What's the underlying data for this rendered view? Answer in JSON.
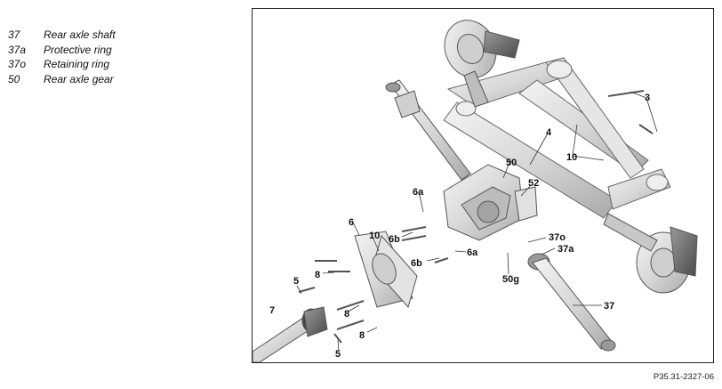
{
  "legend": [
    {
      "code": "37",
      "label": "Rear axle shaft"
    },
    {
      "code": "37a",
      "label": "Protective ring"
    },
    {
      "code": "37o",
      "label": "Retaining ring"
    },
    {
      "code": "50",
      "label": "Rear axle gear"
    }
  ],
  "callouts": {
    "c3": "3",
    "c4": "4",
    "c10a": "10",
    "c50": "50",
    "c52": "52",
    "c6a_top": "6a",
    "c6b_top": "6b",
    "c6": "6",
    "c10b": "10",
    "c8_top": "8",
    "c5_top": "5",
    "c7": "7",
    "c8_mid": "8",
    "c8_bot": "8",
    "c5_bot": "5",
    "c6b_bot": "6b",
    "c6a_bot": "6a",
    "c37o": "37o",
    "c37a": "37a",
    "c50g": "50g",
    "c37": "37"
  },
  "figure_ref": "P35.31-2327-06"
}
